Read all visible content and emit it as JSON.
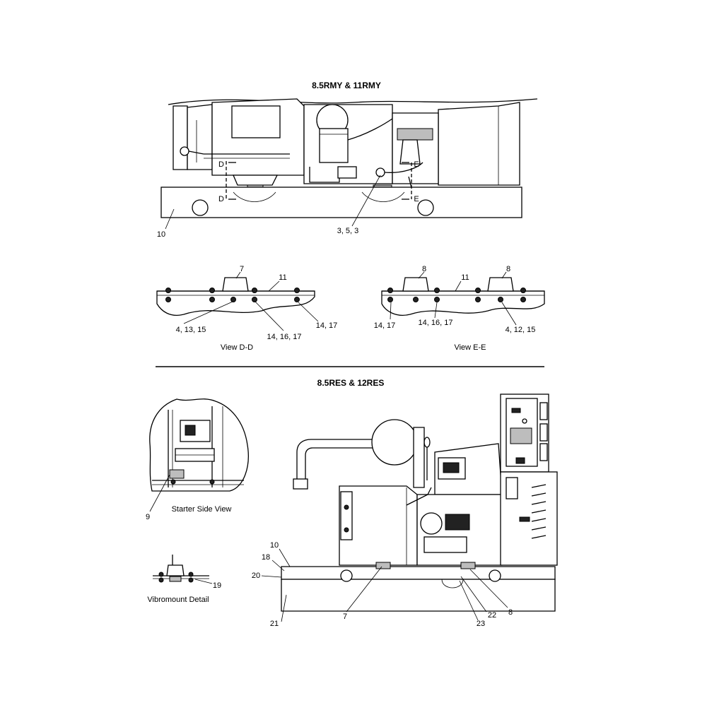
{
  "sections": {
    "top_title": "8.5RMY & 11RMY",
    "bottom_title": "8.5RES & 12RES"
  },
  "views": {
    "dd": "View D-D",
    "ee": "View E-E",
    "starter": "Starter Side View",
    "vibro": "Vibromount Detail"
  },
  "section_markers": {
    "d": "D",
    "e": "E"
  },
  "callouts": {
    "c10_top": "10",
    "c3_5_3": "3, 5, 3",
    "c7_dd": "7",
    "c11_dd": "11",
    "c4_13_15": "4, 13, 15",
    "c14_16_17_dd": "14, 16, 17",
    "c14_17_dd": "14, 17",
    "c8_ee_left": "8",
    "c11_ee": "11",
    "c8_ee_right": "8",
    "c14_17_ee": "14, 17",
    "c14_16_17_ee": "14, 16, 17",
    "c4_12_15": "4, 12, 15",
    "c9": "9",
    "c19": "19",
    "c10_bottom": "10",
    "c18": "18",
    "c20": "20",
    "c21": "21",
    "c7_bottom": "7",
    "c22": "22",
    "c23": "23",
    "c8_bottom": "8"
  }
}
